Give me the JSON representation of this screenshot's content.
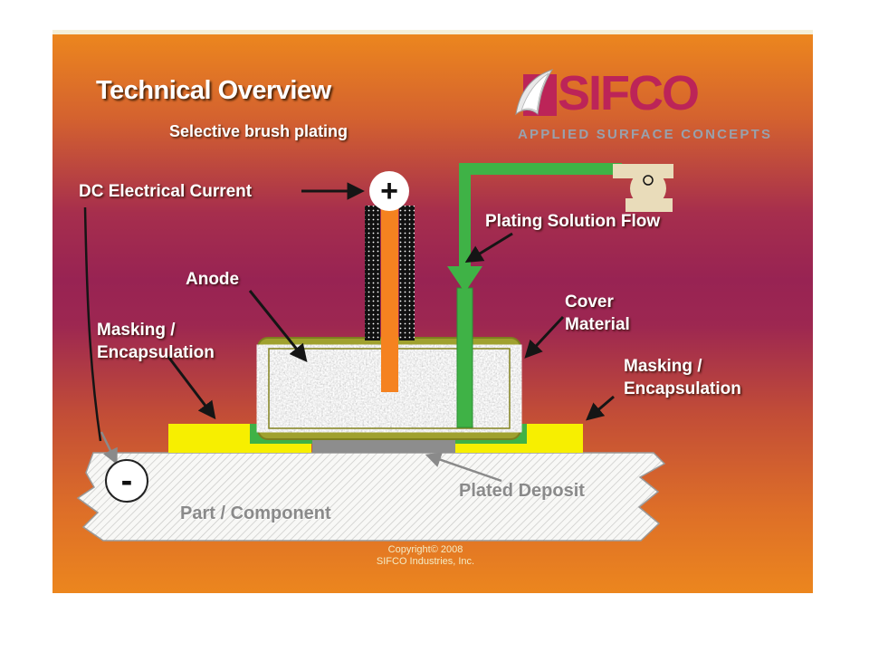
{
  "slide": {
    "title": "Technical Overview",
    "subtitle": "Selective brush plating",
    "copyright_line1": "Copyright© 2008",
    "copyright_line2": "SIFCO Industries, Inc."
  },
  "logo": {
    "name": "SIFCO",
    "tagline": "APPLIED SURFACE CONCEPTS",
    "brand_color": "#bc2458",
    "tagline_color": "#99a1ad"
  },
  "diagram": {
    "labels": {
      "dc_current": "DC Electrical Current",
      "anode": "Anode",
      "masking_left_line1": "Masking /",
      "masking_left_line2": "Encapsulation",
      "plating_flow": "Plating Solution Flow",
      "cover_line1": "Cover",
      "cover_line2": "Material",
      "masking_right_line1": "Masking /",
      "masking_right_line2": "Encapsulation",
      "plated_deposit": "Plated Deposit",
      "part_component": "Part / Component",
      "positive_terminal": "+",
      "negative_terminal": "-"
    },
    "colors": {
      "anode_rod_orange": "#f58220",
      "solution_green": "#3fb246",
      "masking_yellow": "#f7ef00",
      "cover_olive": "#a0a12f",
      "deposit_gray": "#8d8d8d",
      "pump_beige": "#e9dcba",
      "background_top_orange": "#ec861e",
      "background_mid_maroon": "#982353"
    }
  }
}
